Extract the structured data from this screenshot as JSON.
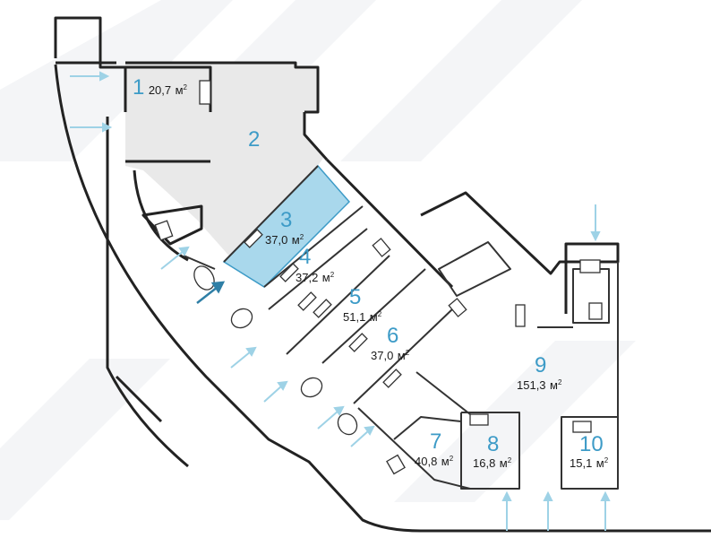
{
  "plan": {
    "accent_color": "#3d9bc7",
    "highlight_fill": "#a9d8ec",
    "wall_color": "#222222",
    "arrow_color": "#9ed2e6",
    "rooms": [
      {
        "number": "1",
        "area": "20,7",
        "unit": "м",
        "sup": "2"
      },
      {
        "number": "2",
        "area": "",
        "unit": "",
        "sup": ""
      },
      {
        "number": "3",
        "area": "37,0",
        "unit": "м",
        "sup": "2",
        "highlighted": true
      },
      {
        "number": "4",
        "area": "37,2",
        "unit": "м",
        "sup": "2"
      },
      {
        "number": "5",
        "area": "51,1",
        "unit": "м",
        "sup": "2"
      },
      {
        "number": "6",
        "area": "37,0",
        "unit": "м",
        "sup": "2"
      },
      {
        "number": "7",
        "area": "40,8",
        "unit": "м",
        "sup": "2"
      },
      {
        "number": "8",
        "area": "16,8",
        "unit": "м",
        "sup": "2"
      },
      {
        "number": "9",
        "area": "151,3",
        "unit": "м",
        "sup": "2"
      },
      {
        "number": "10",
        "area": "15,1",
        "unit": "м",
        "sup": "2"
      }
    ]
  }
}
